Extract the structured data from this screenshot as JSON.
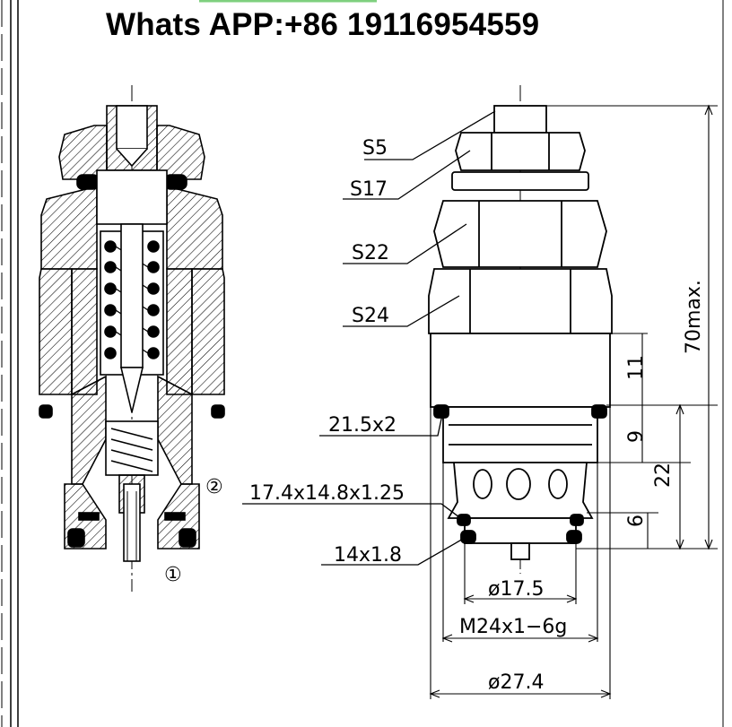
{
  "header": {
    "contact": "Whats APP:+86 19116954559"
  },
  "section_view": {
    "port_1": "①",
    "port_2": "②"
  },
  "outline_view": {
    "wrench_sizes": [
      "S5",
      "S17",
      "S22",
      "S24"
    ],
    "seals": [
      "21.5x2",
      "17.4x14.8x1.25",
      "14x1.8"
    ],
    "vertical_dims": [
      "70max.",
      "11",
      "9",
      "22",
      "6"
    ],
    "diameters": [
      "ø17.5",
      "M24x1−6g",
      "ø27.4"
    ]
  }
}
